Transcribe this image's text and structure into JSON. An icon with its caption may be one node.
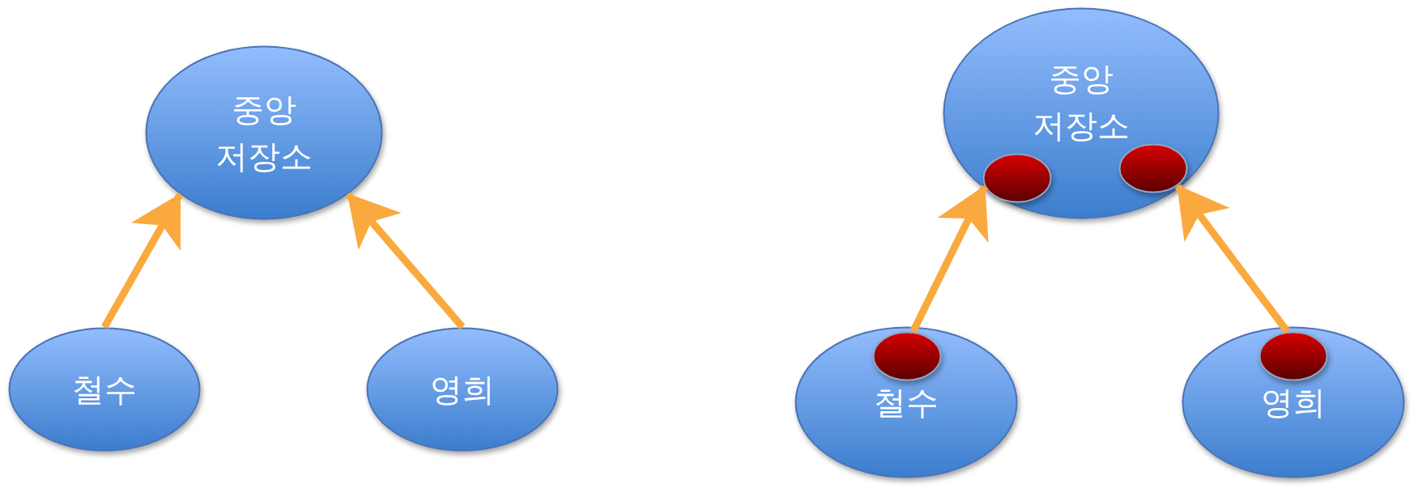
{
  "diagram": {
    "nodes": [
      {
        "text": [
          "중앙 저장소"
        ]
      },
      {
        "text": [
          "철수"
        ]
      },
      {
        "text": [
          "영희"
        ]
      },
      {
        "text": [
          "중앙 저장소"
        ]
      },
      {
        "text": [],
        "shape": "circle",
        "in": 3
      },
      {
        "text": [],
        "shape": "circle",
        "in": 3
      },
      {
        "text": [
          "철수"
        ]
      },
      {
        "text": [],
        "shape": "circle",
        "in": 6
      },
      {
        "text": [
          "영희"
        ]
      },
      {
        "text": [],
        "shape": "circle",
        "in": 8
      }
    ],
    "edges": [
      {
        "from": 1,
        "to": 0,
        "arrow": "to"
      },
      {
        "from": 2,
        "to": 0,
        "arrow": "to"
      },
      {
        "from": 7,
        "to": 4,
        "arrow": "to"
      },
      {
        "from": 9,
        "to": 5,
        "arrow": "to"
      }
    ]
  }
}
